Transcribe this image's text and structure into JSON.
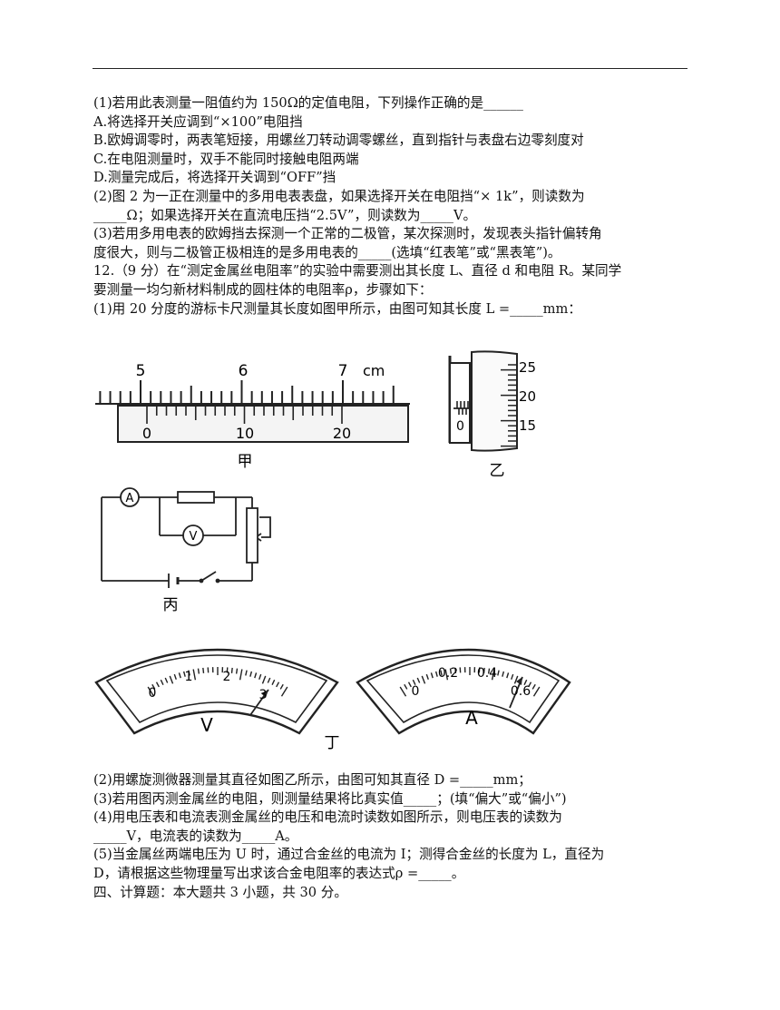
{
  "part1_lines": [
    "(1)若用此表测量一阻值约为 150Ω的定值电阻，下列操作正确的是______",
    "A.将选择开关应调到“×100”电阻挡",
    "B.欧姆调零时，两表笔短接，用螺丝刀转动调零螺丝，直到指针与表盘右边零刻度对",
    "C.在电阻测量时，双手不能同时接触电阻两端",
    "D.测量完成后，将选择开关调到“OFF”挡",
    "(2)图 2 为一正在测量中的多用电表表盘，如果选择开关在电阻挡“× 1k”，则读数为",
    "_____Ω；如果选择开关在直流电压挡“2.5V”，则读数为_____V。",
    "(3)若用多用电表的欧姆挡去探测一个正常的二极管，某次探测时，发现表头指针偏转角",
    "度很大，则与二极管正极相连的是多用电表的_____(选填“红表笔”或“黑表笔”)。",
    "12.（9 分）在“测定金属丝电阻率”的实验中需要测出其长度 L、直径 d 和电阻 R。某同学",
    "要测量一均匀新材料制成的圆柱体的电阻率ρ，步骤如下：",
    "(1)用 20 分度的游标卡尺测量其长度如图甲所示，由图可知其长度 L =_____mm："
  ],
  "part2_lines": [
    "(2)用螺旋测微器测量其直径如图乙所示，由图可知其直径 D =_____mm；",
    "(3)若用图丙测金属丝的电阻，则测量结果将比真实值_____；(填“偏大”或“偏小”)",
    "(4)用电压表和电流表测金属丝的电压和电流时读数如图所示，则电压表的读数为",
    "_____V，电流表的读数为_____A。",
    "(5)当金属丝两端电压为 U 时，通过合金丝的电流为 I；测得合金丝的长度为 L，直径为",
    "D，请根据这些物理量写出求该合金电阻率的表达式ρ =_____。",
    "四、计算题：本大题共 3 小题，共 30 分。"
  ],
  "fig_caliper": {
    "main_labels": [
      "5",
      "6",
      "7"
    ],
    "unit": "cm",
    "vernier_labels": [
      "0",
      "10",
      "20"
    ],
    "caption": "甲"
  },
  "fig_micrometer": {
    "labels": [
      "25",
      "20",
      "15"
    ],
    "zero": "0",
    "caption": "乙"
  },
  "fig_circuit": {
    "ammeter": "A",
    "voltmeter": "V",
    "caption": "丙"
  },
  "fig_meters": {
    "voltmeter_ticks": [
      "0",
      "1",
      "2",
      "3"
    ],
    "voltmeter_name": "V",
    "ammeter_ticks": [
      "0",
      "0.2",
      "0.4",
      "0.6"
    ],
    "ammeter_name": "A",
    "caption": "丁"
  }
}
